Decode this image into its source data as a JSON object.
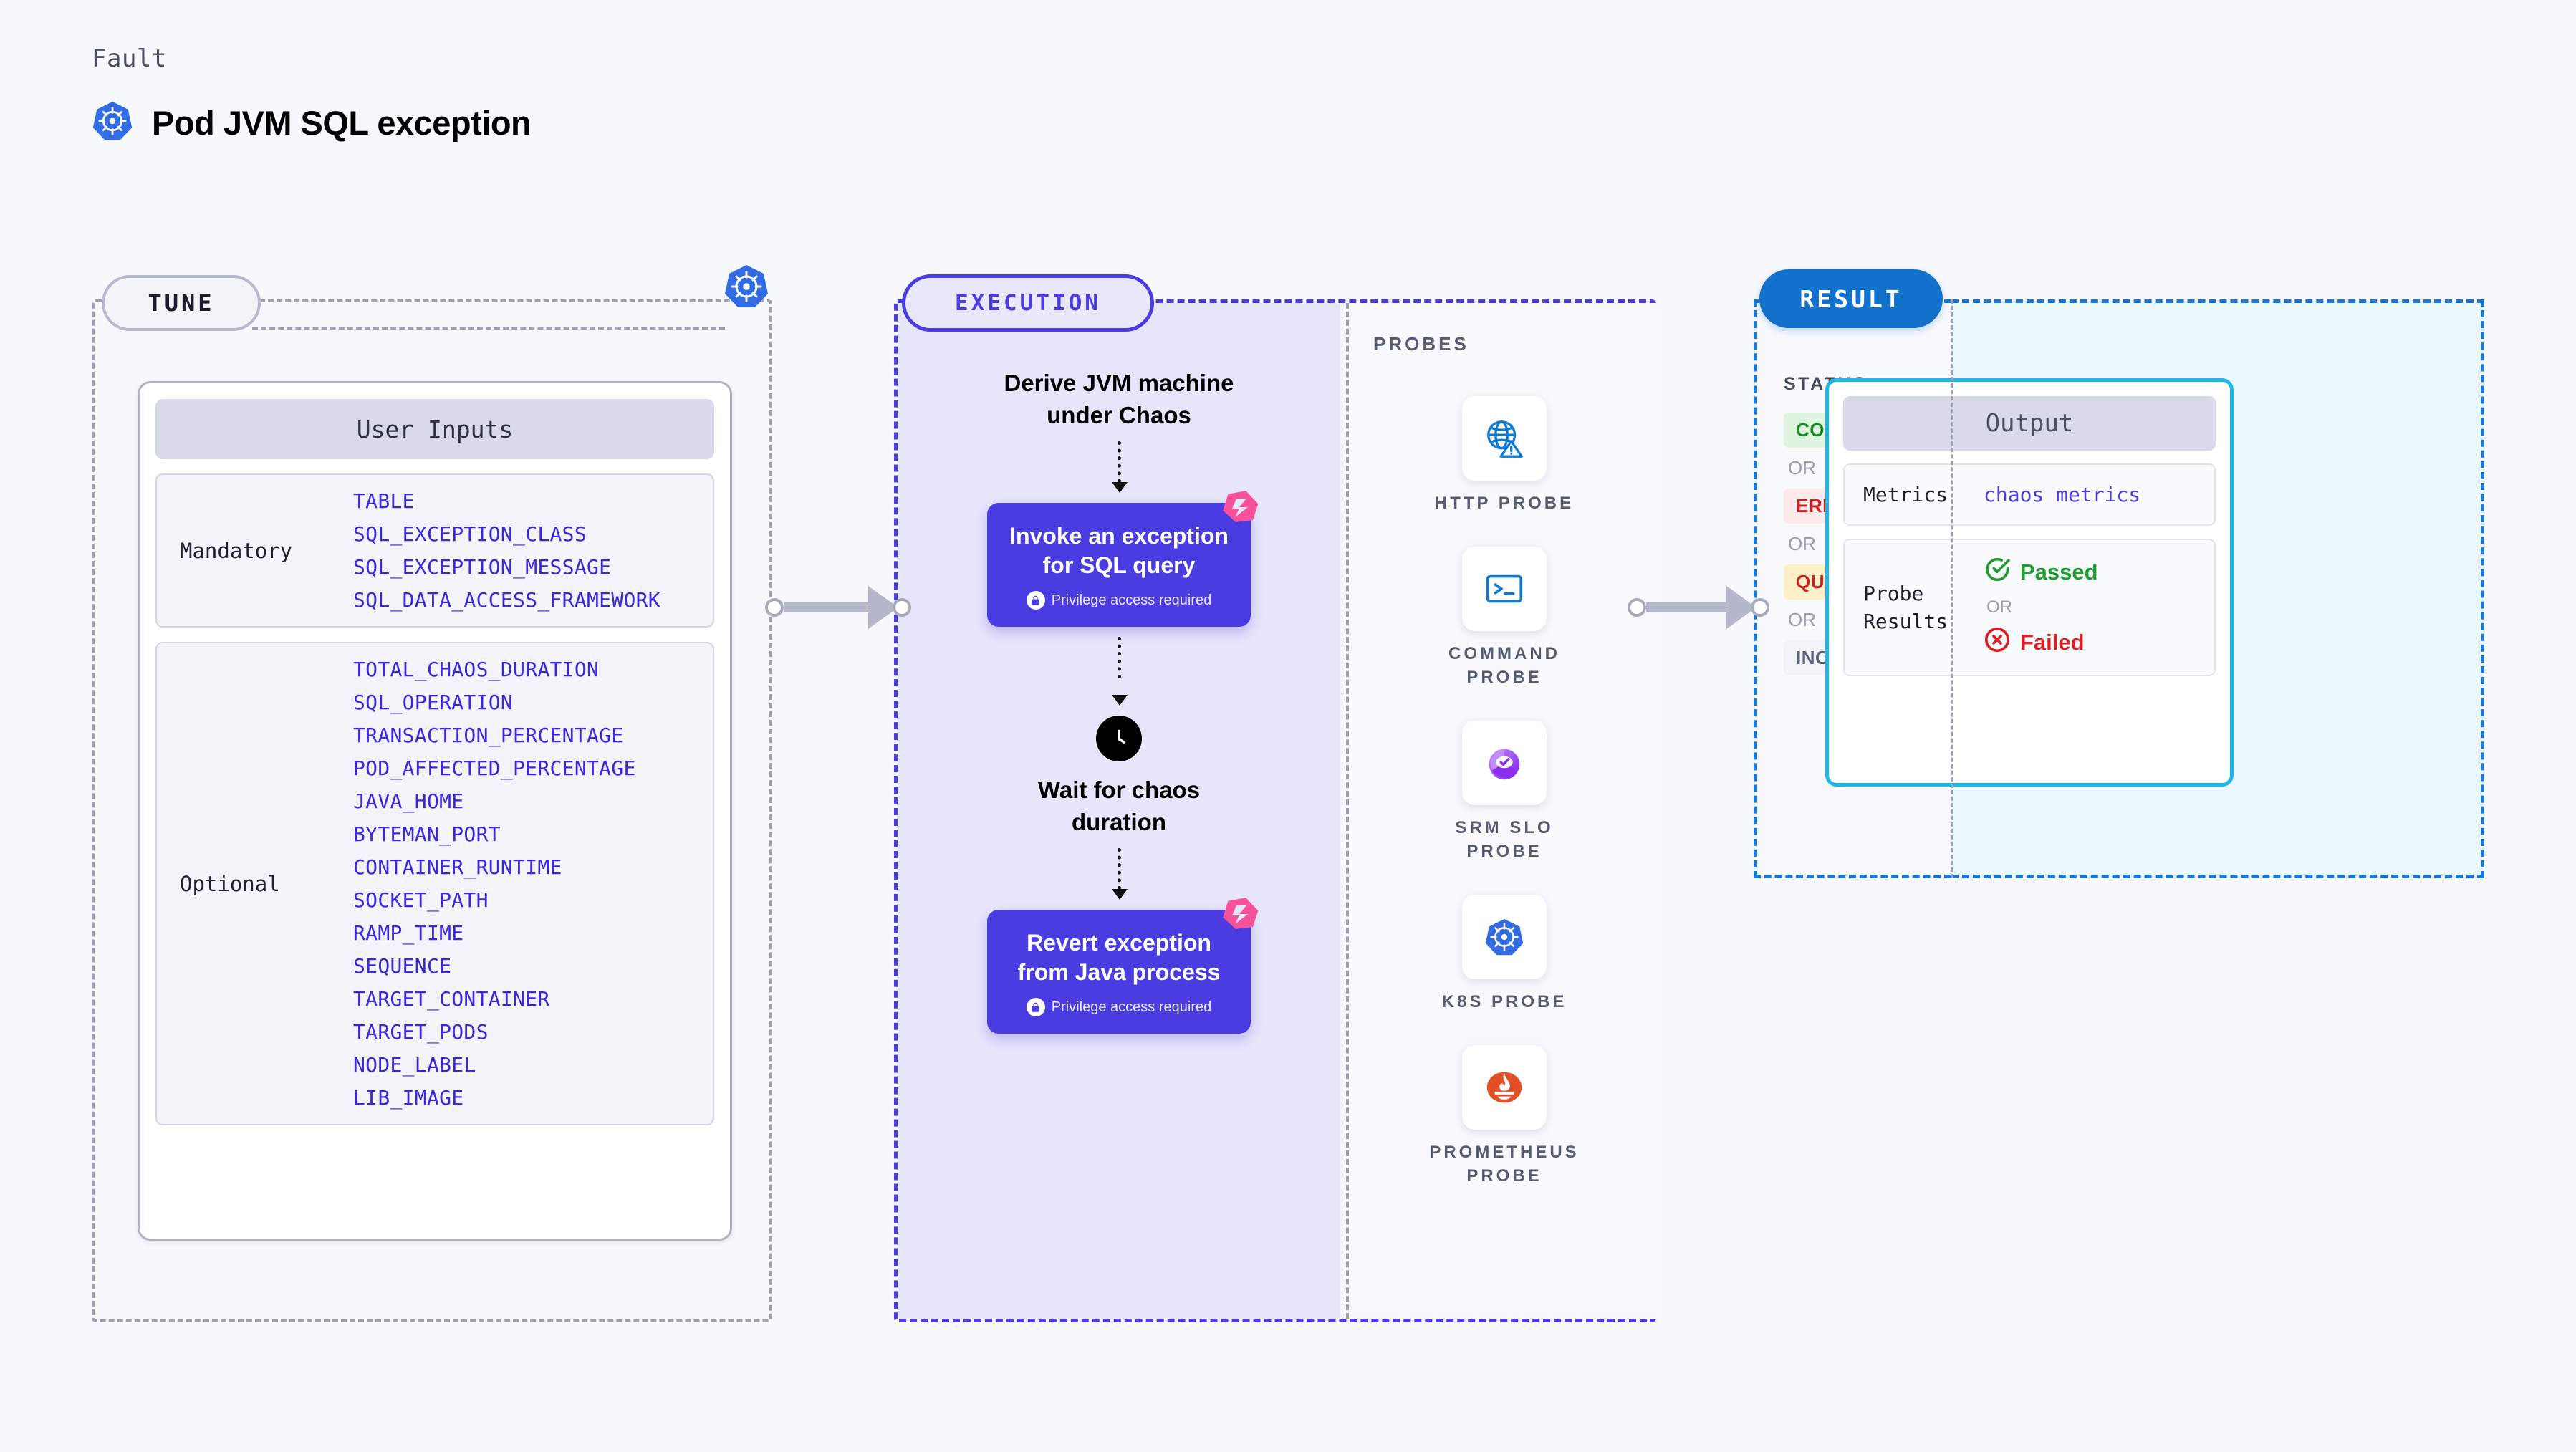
{
  "header": {
    "eyebrow": "Fault",
    "title": "Pod JVM SQL exception",
    "icon": "kubernetes-icon"
  },
  "colors": {
    "page_background": "#f7f8fc",
    "tune_border": "#9ba0b5",
    "execution_accent": "#4a3ce0",
    "execution_fill": "#e6e6fb",
    "result_accent": "#1976d2",
    "result_badge": "#1271ca",
    "output_border": "#1fb6e8",
    "param_text": "#3b27e0",
    "litmus_pink": "#f8519c",
    "kubernetes_blue": "#326ce5"
  },
  "tune": {
    "badge": "TUNE",
    "platform_icon": "kubernetes-icon",
    "card_title": "User Inputs",
    "groups": [
      {
        "label": "Mandatory",
        "params": [
          "TABLE",
          "SQL_EXCEPTION_CLASS",
          "SQL_EXCEPTION_MESSAGE",
          "SQL_DATA_ACCESS_FRAMEWORK"
        ]
      },
      {
        "label": "Optional",
        "params": [
          "TOTAL_CHAOS_DURATION",
          "SQL_OPERATION",
          "TRANSACTION_PERCENTAGE",
          "POD_AFFECTED_PERCENTAGE",
          "JAVA_HOME",
          "BYTEMAN_PORT",
          "CONTAINER_RUNTIME",
          "SOCKET_PATH",
          "RAMP_TIME",
          "SEQUENCE",
          "TARGET_CONTAINER",
          "TARGET_PODS",
          "NODE_LABEL",
          "LIB_IMAGE"
        ]
      }
    ]
  },
  "execution": {
    "badge": "EXECUTION",
    "steps": [
      {
        "type": "text",
        "title": "Derive JVM machine\nunder Chaos"
      },
      {
        "type": "task",
        "title": "Invoke an exception\nfor SQL query",
        "note": "Privilege access required",
        "note_icon": "lock-icon",
        "corner_icon": "litmus-icon"
      },
      {
        "type": "wait",
        "icon": "clock-icon",
        "title": "Wait for chaos\nduration"
      },
      {
        "type": "task",
        "title": "Revert exception\nfrom Java process",
        "note": "Privilege access required",
        "note_icon": "lock-icon",
        "corner_icon": "litmus-icon"
      }
    ]
  },
  "probes": {
    "label": "PROBES",
    "items": [
      {
        "name": "HTTP PROBE",
        "icon": "globe-warning-icon"
      },
      {
        "name": "COMMAND\nPROBE",
        "icon": "terminal-icon"
      },
      {
        "name": "SRM SLO\nPROBE",
        "icon": "srm-slo-donut-icon"
      },
      {
        "name": "K8S PROBE",
        "icon": "kubernetes-icon"
      },
      {
        "name": "PROMETHEUS\nPROBE",
        "icon": "prometheus-icon"
      }
    ]
  },
  "result": {
    "badge": "RESULT",
    "status_label": "STATUS",
    "or_label": "OR",
    "statuses": [
      {
        "label": "COMPLETED",
        "bg": "#dff5e0",
        "fg": "#1e8a27"
      },
      {
        "label": "ERRORED",
        "bg": "#fdeaea",
        "fg": "#cc1f1f"
      },
      {
        "label": "QUEUED",
        "bg": "#fdf0c8",
        "fg": "#c42121"
      },
      {
        "label": "INCOMPLETED",
        "bg": "#f2f3f8",
        "fg": "#5d6378"
      }
    ],
    "output": {
      "title": "Output",
      "metrics_label": "Metrics",
      "metrics_value": "chaos metrics",
      "probe_results_label": "Probe\nResults",
      "passed_label": "Passed",
      "failed_label": "Failed",
      "or_label": "OR",
      "passed_icon": "check-circle-icon",
      "failed_icon": "x-circle-icon"
    }
  }
}
